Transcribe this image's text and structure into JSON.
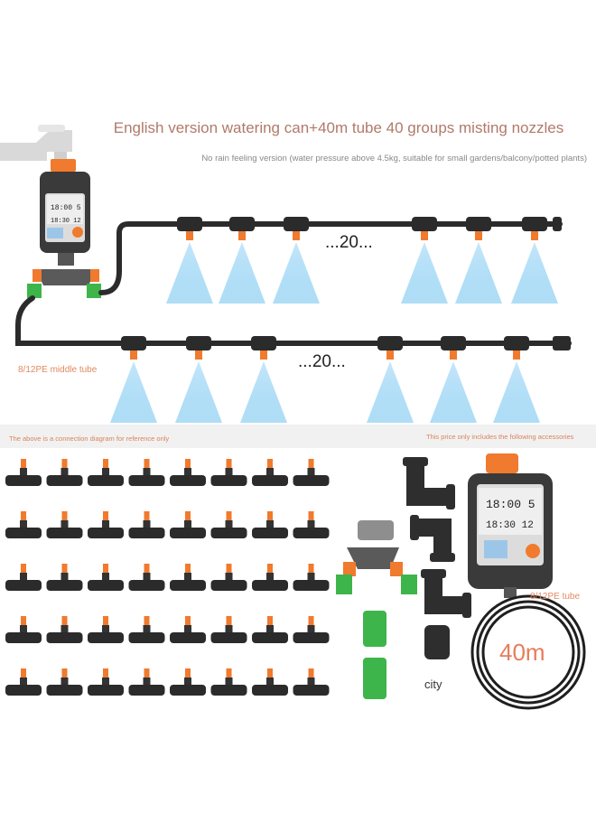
{
  "header": {
    "title": "English version watering can+40m tube 40 groups misting nozzles",
    "subtitle": "No rain feeling version (water pressure above 4.5kg, suitable for small gardens/balcony/potted plants)"
  },
  "diagram": {
    "ellipsis_top": "...20...",
    "ellipsis_bottom": "...20...",
    "tube_label": "8/12PE middle tube"
  },
  "notes": {
    "left": "The above is a connection diagram for reference only",
    "right": "This price only includes the following accessories"
  },
  "accessories": {
    "tube_label": "8/12PE tube",
    "length": "40m",
    "city_label": "city"
  },
  "timer_display": {
    "time1": "18:00",
    "time2": "18:30",
    "num1": "5",
    "num2": "12"
  },
  "colors": {
    "brand_orange": "#f07a2d",
    "pipe_dark": "#2b2b2b",
    "connector_green": "#3db54a",
    "mist_blue": "#9ed3f2"
  },
  "counts": {
    "nozzle_rows": 5,
    "nozzle_cols": 8
  }
}
